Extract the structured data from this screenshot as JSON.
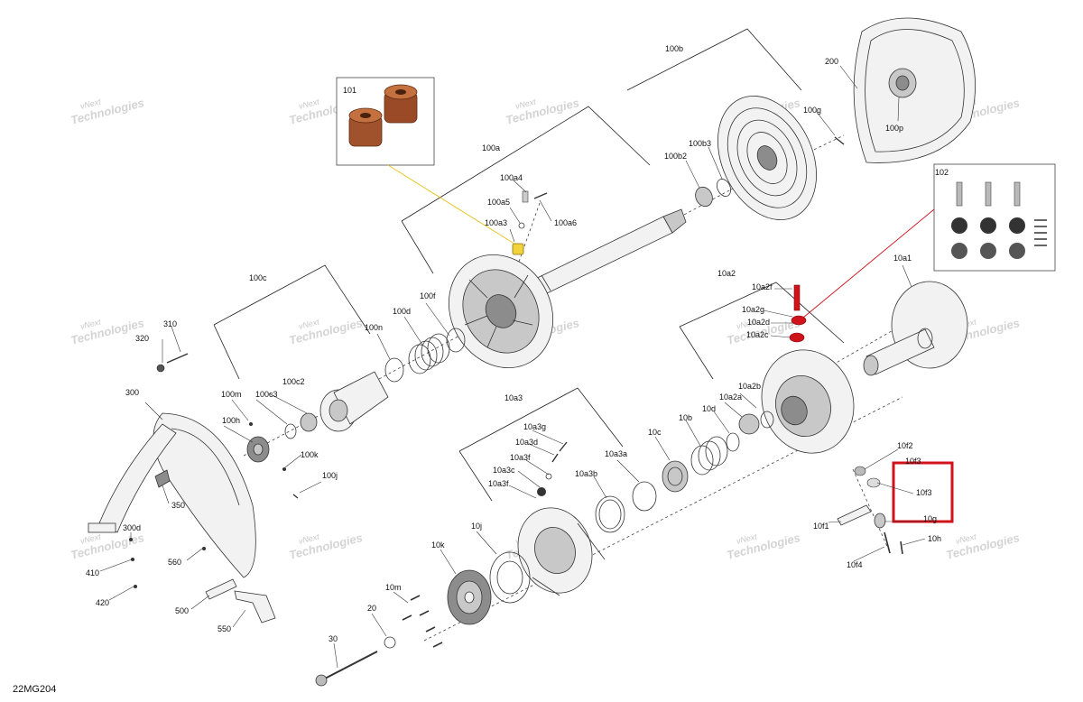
{
  "watermark": {
    "line1": "vNext",
    "line2": "Technologies"
  },
  "reference_code": "22MG204",
  "highlight_color": "#d0121b",
  "callout_line_yellow": "#e8c21a",
  "callout_line_red": "#d0121b",
  "highlight_part_color": "#d0121b",
  "labels": {
    "l101": "101",
    "l100a": "100a",
    "l100a4": "100a4",
    "l100a5": "100a5",
    "l100a6": "100a6",
    "l100a3": "100a3",
    "l100b": "100b",
    "l100b2": "100b2",
    "l100b3": "100b3",
    "l100g": "100g",
    "l100p": "100p",
    "l200": "200",
    "l102": "102",
    "l10a1": "10a1",
    "l10a2": "10a2",
    "l10a2f": "10a2f",
    "l10a2g": "10a2g",
    "l10a2d": "10a2d",
    "l10a2c": "10a2c",
    "l10a2b": "10a2b",
    "l10a2a": "10a2a",
    "l100c": "100c",
    "l100f": "100f",
    "l100d": "100d",
    "l100n": "100n",
    "l100c2": "100c2",
    "l100c3": "100c3",
    "l100m": "100m",
    "l100h": "100h",
    "l100k": "100k",
    "l100j": "100j",
    "l310": "310",
    "l320": "320",
    "l300": "300",
    "l350": "350",
    "l300d": "300d",
    "l410": "410",
    "l420": "420",
    "l560": "560",
    "l500": "500",
    "l550": "550",
    "l10a3": "10a3",
    "l10a3g": "10a3g",
    "l10a3d": "10a3d",
    "l10a3f_top": "10a3f",
    "l10a3c": "10a3c",
    "l10a3f": "10a3f",
    "l10a3b": "10a3b",
    "l10a3a": "10a3a",
    "l10c": "10c",
    "l10b": "10b",
    "l10d": "10d",
    "l10j": "10j",
    "l10k": "10k",
    "l10m": "10m",
    "l20": "20",
    "l30": "30",
    "l10f2": "10f2",
    "l10f3": "10f3",
    "l10f3_hidden": "10f3",
    "l10f1": "10f1",
    "l10g": "10g",
    "l10h": "10h",
    "l10f4": "10f4"
  }
}
